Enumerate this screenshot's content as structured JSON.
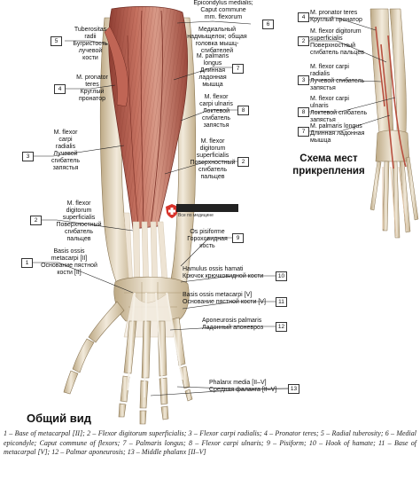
{
  "labels": {
    "l6": {
      "lat": "Epicondylus medialis; Caput commune mm. flexorum",
      "lat1": "Epicondylus medialis;",
      "lat2": "Caput commune",
      "lat3": "mm. flexorum",
      "ru1": "Медиальный",
      "ru2": "надмыщелок; общая",
      "ru3": "головка мышц-",
      "ru4": "сгибателей",
      "num": "6"
    },
    "l5": {
      "lat1": "Tuberositas",
      "lat2": "radii",
      "ru1": "Бугристость",
      "ru2": "лучевой",
      "ru3": "кости",
      "num": "5"
    },
    "l4": {
      "lat1": "M. pronator",
      "lat2": "teres",
      "ru1": "Круглый",
      "ru2": "пронатор",
      "num": "4"
    },
    "l7": {
      "lat1": "M. palmaris",
      "lat2": "longus",
      "ru1": "Длинная",
      "ru2": "ладонная",
      "ru3": "мышца",
      "num": "7"
    },
    "l8": {
      "lat1": "M. flexor",
      "lat2": "carpi ulnaris",
      "ru1": "Локтевой",
      "ru2": "сгибатель",
      "ru3": "запястья",
      "num": "8"
    },
    "l3": {
      "lat1": "M. flexor",
      "lat2": "carpi",
      "lat3": "radialis",
      "ru1": "Лучевой",
      "ru2": "сгибатель",
      "ru3": "запястья",
      "num": "3"
    },
    "l2a": {
      "lat1": "M. flexor",
      "lat2": "digitorum",
      "lat3": "superficialis",
      "ru1": "Поверхностный",
      "ru2": "сгибатель",
      "ru3": "пальцев",
      "num": "2"
    },
    "l2b": {
      "lat1": "M. flexor",
      "lat2": "digitorum",
      "lat3": "superficialis",
      "ru1": "Поверхностный",
      "ru2": "сгибатель",
      "ru3": "пальцев",
      "num": "2"
    },
    "l9": {
      "lat": "Os pisiforme",
      "ru1": "Гороховидная",
      "ru2": "кость",
      "num": "9"
    },
    "l1": {
      "lat1": "Basis ossis",
      "lat2": "metacarpi [II]",
      "ru1": "Основание пястной",
      "ru2": "кости [II]",
      "num": "1"
    },
    "l10": {
      "lat": "Hamulus ossis hamati",
      "ru": "Крючок крючковидной кости",
      "num": "10"
    },
    "l11": {
      "lat": "Basis ossis metacarpi [V]",
      "ru": "Основание пястной кости [V]",
      "num": "11"
    },
    "l12": {
      "lat": "Aponeurosis palmaris",
      "ru": "Ладонный апоневроз",
      "num": "12"
    },
    "l13": {
      "lat": "Phalanx media [II–V]",
      "ru": "Средняя фаланга [II–V]",
      "num": "13"
    }
  },
  "scheme": {
    "title1": "Схема мест",
    "title2": "прикрепления",
    "items": [
      {
        "num": "4",
        "lat": "M. pronator teres",
        "ru": "Круглый пронатор"
      },
      {
        "num": "2",
        "lat": "M. flexor digitorum superficialis",
        "lat1": "M. flexor digitorum",
        "lat2": "superficialis",
        "ru1": "Поверхностный",
        "ru2": "сгибатель пальцев"
      },
      {
        "num": "3",
        "lat1": "M. flexor carpi",
        "lat2": "radialis",
        "ru1": "Лучевой сгибатель",
        "ru2": "запястья"
      },
      {
        "num": "8",
        "lat1": "M. flexor carpi",
        "lat2": "ulnaris",
        "ru1": "Локтевой сгибатель",
        "ru2": "запястья"
      },
      {
        "num": "7",
        "lat": "M. palmaris longus",
        "ru1": "Длинная ладонная",
        "ru2": "мышца"
      }
    ]
  },
  "general_view": "Общий вид",
  "watermark_sub": "Все по медицине",
  "caption": "1 – Base of metacarpal [II]; 2 – Flexor digitorum superficialis; 3 – Flexor carpi radialis; 4 – Pronator teres; 5 – Radial tuberosity; 6 – Medial epicondyle; Caput commune of flexors; 7 – Palmaris longus; 8 – Flexor carpi ulnaris; 9 – Pisiform; 10 – Hook of hamate; 11 – Base of metacarpal [V]; 12 – Palmar aponeurosis; 13 – Middle phalanx [II–V]",
  "colors": {
    "muscle": "#b5604f",
    "muscle_light": "#d69a88",
    "tendon": "#e9ddcc",
    "bone": "#ede3cf",
    "bone_shade": "#c9b999",
    "line": "#222222",
    "watermark_red": "#d8332b",
    "watermark_blue": "#2b5fb3"
  }
}
